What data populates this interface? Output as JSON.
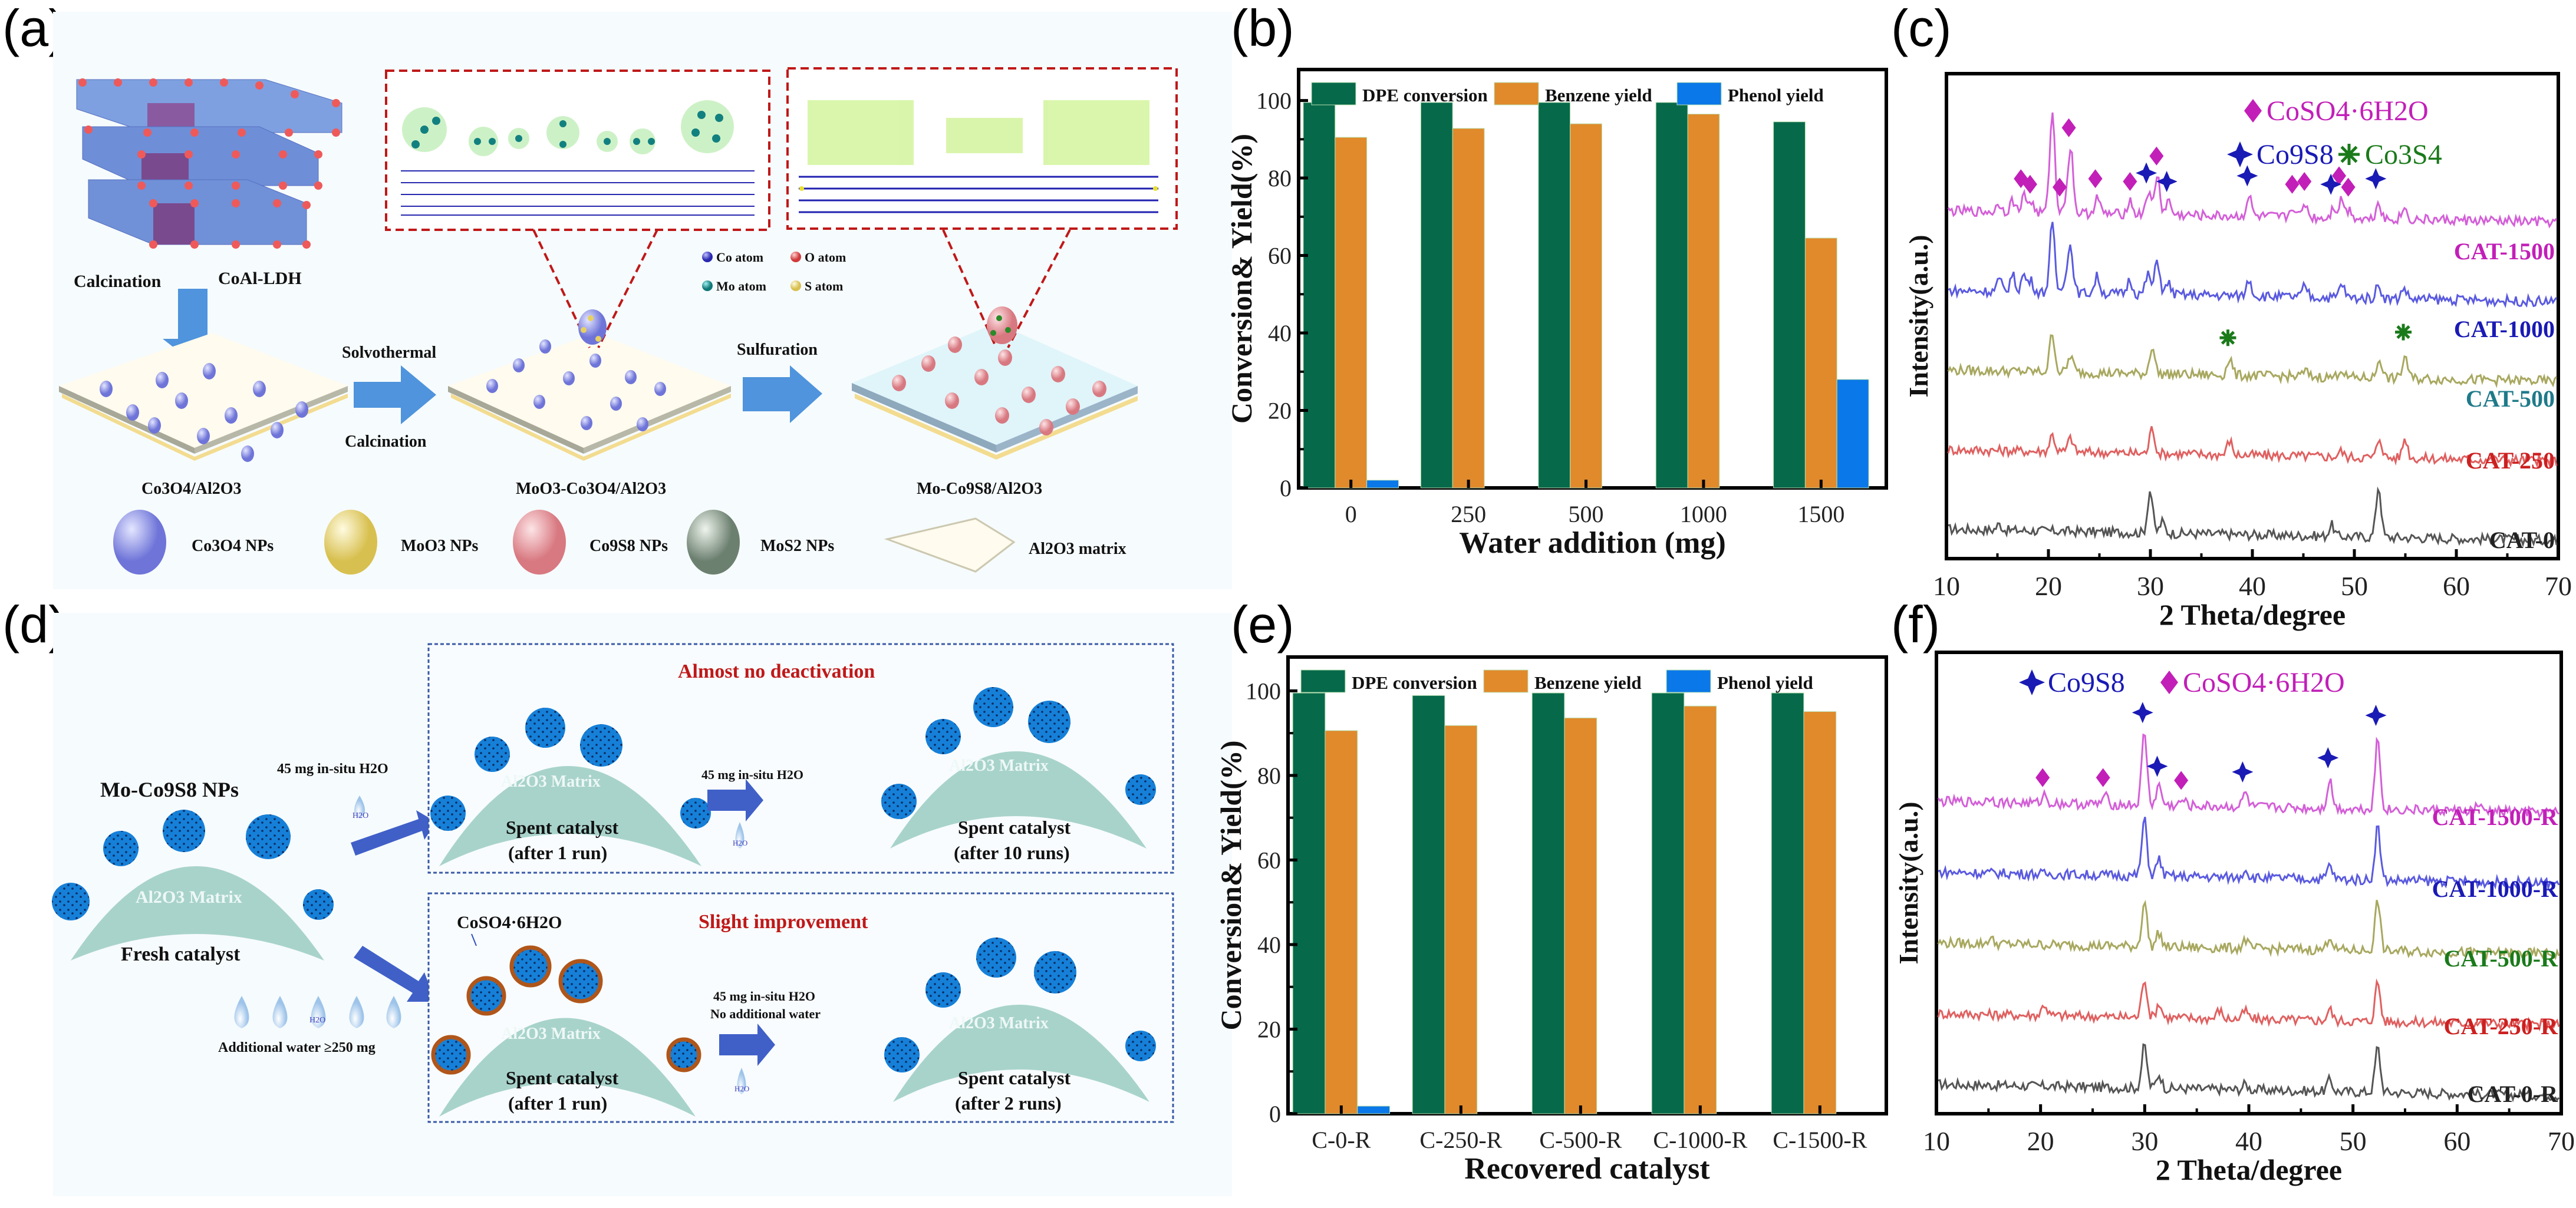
{
  "panels": {
    "a": {
      "label": "(a)",
      "ldh_label": "CoAl-LDH",
      "step1": "Calcination",
      "step2_top": "Solvothermal",
      "step2_bottom": "Calcination",
      "step3": "Sulfuration",
      "stage1": "Co3O4/Al2O3",
      "stage2": "MoO3-Co3O4/Al2O3",
      "stage3": "Mo-Co9S8/Al2O3",
      "atom_legend": [
        "Co atom",
        "O atom",
        "Mo atom",
        "S atom"
      ],
      "np_legend": [
        "Co3O4 NPs",
        "MoO3 NPs",
        "Co9S8 NPs",
        "MoS2 NPs",
        "Al2O3 matrix"
      ]
    },
    "d": {
      "label": "(d)",
      "np_label": "Mo-Co9S8 NPs",
      "matrix": "Al2O3 Matrix",
      "fresh": "Fresh catalyst",
      "insitu": "45 mg in-situ H2O",
      "additional": "Additional water ≥250 mg",
      "water": "H2O",
      "top_box_title": "Almost no deactivation",
      "bottom_box_title": "Slight improvement",
      "spent": "Spent catalyst",
      "after1": "(after 1 run)",
      "after10": "(after 10 runs)",
      "after2": "(after 2 runs)",
      "coso4": "CoSO4·6H2O",
      "no_additional": "No additional water"
    }
  },
  "chart_data": [
    {
      "id": "b",
      "label": "(b)",
      "type": "bar",
      "xlabel": "Water addition (mg)",
      "ylabel": "Conversion& Yield(%)",
      "ylim": [
        0,
        108
      ],
      "yticks": [
        0,
        20,
        40,
        60,
        80,
        100
      ],
      "categories": [
        "0",
        "250",
        "500",
        "1000",
        "1500"
      ],
      "legend_position": "top",
      "series": [
        {
          "name": "DPE conversion",
          "color": "#06694a",
          "values": [
            99.5,
            99.5,
            99.5,
            99.5,
            94.5
          ]
        },
        {
          "name": "Benzene yield",
          "color": "#e08a2c",
          "values": [
            90.5,
            92.8,
            94.0,
            96.5,
            64.5
          ]
        },
        {
          "name": "Phenol yield",
          "color": "#0a78e8",
          "values": [
            2.0,
            0,
            0,
            0,
            28.0
          ]
        }
      ]
    },
    {
      "id": "c",
      "label": "(c)",
      "type": "line",
      "xlabel": "2 Theta/degree",
      "ylabel": "Intensity(a.u.)",
      "xlim": [
        10,
        70
      ],
      "xticks": [
        10,
        20,
        30,
        40,
        50,
        60,
        70
      ],
      "legend": [
        {
          "marker": "diamond",
          "name": "CoSO4·6H2O",
          "color": "#c21fb8"
        },
        {
          "marker": "star4",
          "name": "Co9S8",
          "color": "#1a1ab5"
        },
        {
          "marker": "asterisk",
          "name": "Co3S4",
          "color": "#1a7a1a"
        }
      ],
      "series": [
        {
          "name": "CAT-1500",
          "color": "#d45fd8",
          "label_color": "#c21fb8",
          "offset": 4,
          "peaks": [
            [
              15,
              0.3
            ],
            [
              16.3,
              0.4
            ],
            [
              17.4,
              0.6
            ],
            [
              18.1,
              0.4
            ],
            [
              20.2,
              3.6
            ],
            [
              21.3,
              0.3
            ],
            [
              22,
              2.4
            ],
            [
              24.6,
              0.6
            ],
            [
              27.8,
              0.5
            ],
            [
              29.6,
              0.8
            ],
            [
              30.5,
              1.4
            ],
            [
              31.6,
              0.5
            ],
            [
              39.5,
              0.7
            ],
            [
              43.8,
              0.4
            ],
            [
              45,
              0.5
            ],
            [
              47.8,
              0.4
            ],
            [
              48.6,
              0.7
            ],
            [
              49.4,
              0.3
            ],
            [
              52.2,
              0.6
            ],
            [
              54.7,
              0.4
            ]
          ],
          "diamonds": [
            17.3,
            18.2,
            21.1,
            22,
            24.6,
            28,
            30.6,
            43.9,
            45.1,
            48.5,
            49.4
          ],
          "stars": [
            29.6,
            31.6,
            39.5,
            47.7,
            52.1
          ]
        },
        {
          "name": "CAT-1000",
          "color": "#5a5ae0",
          "label_color": "#1a1ab5",
          "offset": 3,
          "peaks": [
            [
              15,
              0.4
            ],
            [
              16.3,
              0.6
            ],
            [
              17.4,
              0.6
            ],
            [
              18.1,
              0.4
            ],
            [
              20.2,
              2.4
            ],
            [
              21.5,
              0.5
            ],
            [
              22,
              1.6
            ],
            [
              24.6,
              0.6
            ],
            [
              27.8,
              0.5
            ],
            [
              29.6,
              0.7
            ],
            [
              30.5,
              1.2
            ],
            [
              31.6,
              0.4
            ],
            [
              39.5,
              0.6
            ],
            [
              45,
              0.4
            ],
            [
              48.6,
              0.5
            ],
            [
              52.2,
              0.5
            ],
            [
              54.7,
              0.4
            ]
          ]
        },
        {
          "name": "CAT-500",
          "color": "#a8a860",
          "label_color": "#1f7a8a",
          "offset": 2,
          "peaks": [
            [
              20.2,
              1.4
            ],
            [
              22,
              0.6
            ],
            [
              30,
              1.0
            ],
            [
              37.6,
              0.6
            ],
            [
              45,
              0.2
            ],
            [
              48.5,
              0.3
            ],
            [
              52.3,
              0.7
            ],
            [
              54.8,
              0.8
            ]
          ],
          "asterisks": [
            37.6,
            54.8
          ]
        },
        {
          "name": "CAT-250",
          "color": "#e06060",
          "label_color": "#cc2020",
          "offset": 1,
          "peaks": [
            [
              20.2,
              0.6
            ],
            [
              22,
              0.5
            ],
            [
              30,
              0.9
            ],
            [
              37.6,
              0.5
            ],
            [
              48.5,
              0.2
            ],
            [
              52.3,
              0.7
            ],
            [
              54.8,
              0.7
            ]
          ]
        },
        {
          "name": "CAT-0",
          "color": "#555555",
          "label_color": "#222222",
          "offset": 0,
          "peaks": [
            [
              15,
              0.2
            ],
            [
              29.8,
              1.5
            ],
            [
              31,
              0.4
            ],
            [
              47.6,
              0.4
            ],
            [
              52.2,
              1.8
            ]
          ]
        }
      ]
    },
    {
      "id": "e",
      "label": "(e)",
      "type": "bar",
      "xlabel": "Recovered catalyst",
      "ylabel": "Conversion& Yield(%)",
      "ylim": [
        0,
        108
      ],
      "yticks": [
        0,
        20,
        40,
        60,
        80,
        100
      ],
      "categories": [
        "C-0-R",
        "C-250-R",
        "C-500-R",
        "C-1000-R",
        "C-1500-R"
      ],
      "legend_position": "top",
      "series": [
        {
          "name": "DPE conversion",
          "color": "#06694a",
          "values": [
            99.5,
            98.9,
            99.5,
            99.5,
            99.5
          ]
        },
        {
          "name": "Benzene yield",
          "color": "#e08a2c",
          "values": [
            90.6,
            91.8,
            93.6,
            96.4,
            95.1
          ]
        },
        {
          "name": "Phenol yield",
          "color": "#0a78e8",
          "values": [
            1.8,
            0,
            0,
            0,
            0
          ]
        }
      ]
    },
    {
      "id": "f",
      "label": "(f)",
      "type": "line",
      "xlabel": "2 Theta/degree",
      "ylabel": "Intensity(a.u.)",
      "xlim": [
        10,
        70
      ],
      "xticks": [
        10,
        20,
        30,
        40,
        50,
        60,
        70
      ],
      "legend": [
        {
          "marker": "star4",
          "name": "Co9S8",
          "color": "#1a1ab5"
        },
        {
          "marker": "diamond",
          "name": "CoSO4·6H2O",
          "color": "#c21fb8"
        }
      ],
      "series": [
        {
          "name": "CAT-1500-R",
          "color": "#d45fd8",
          "label_color": "#c21fb8",
          "offset": 4,
          "peaks": [
            [
              15,
              0.2
            ],
            [
              20.2,
              0.3
            ],
            [
              26,
              0.3
            ],
            [
              29.8,
              2.6
            ],
            [
              31.2,
              0.7
            ],
            [
              33.5,
              0.2
            ],
            [
              39.5,
              0.5
            ],
            [
              47.6,
              1.0
            ],
            [
              52.2,
              2.5
            ],
            [
              61.8,
              0.2
            ]
          ],
          "diamonds": [
            20.2,
            26,
            33.5
          ],
          "stars": [
            29.8,
            31.2,
            39.4,
            47.6,
            52.2
          ]
        },
        {
          "name": "CAT-1000-R",
          "color": "#5a5ae0",
          "label_color": "#1a1ab5",
          "offset": 3,
          "peaks": [
            [
              29.8,
              2.0
            ],
            [
              31.2,
              0.6
            ],
            [
              39.5,
              0.3
            ],
            [
              47.6,
              0.5
            ],
            [
              52.2,
              1.9
            ]
          ]
        },
        {
          "name": "CAT-500-R",
          "color": "#a8a860",
          "label_color": "#1a7a1a",
          "offset": 2,
          "peaks": [
            [
              15,
              0.2
            ],
            [
              29.8,
              1.6
            ],
            [
              31.2,
              0.5
            ],
            [
              39.5,
              0.3
            ],
            [
              47.6,
              0.5
            ],
            [
              52.2,
              1.8
            ]
          ]
        },
        {
          "name": "CAT-250-R",
          "color": "#e06060",
          "label_color": "#cc2020",
          "offset": 1,
          "peaks": [
            [
              20.2,
              0.4
            ],
            [
              29.8,
              1.4
            ],
            [
              31.2,
              0.5
            ],
            [
              37,
              0.3
            ],
            [
              39.5,
              0.3
            ],
            [
              47.6,
              0.4
            ],
            [
              52.2,
              1.4
            ]
          ]
        },
        {
          "name": "CAT-0-R",
          "color": "#555555",
          "label_color": "#222222",
          "offset": 0,
          "peaks": [
            [
              29.8,
              1.5
            ],
            [
              31.2,
              0.5
            ],
            [
              39.5,
              0.2
            ],
            [
              47.6,
              0.4
            ],
            [
              52.2,
              1.6
            ]
          ]
        }
      ]
    }
  ]
}
